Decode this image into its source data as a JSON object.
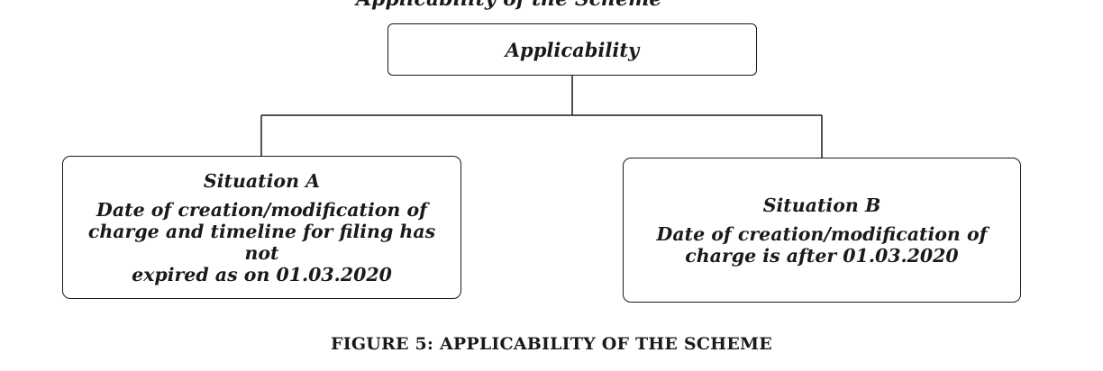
{
  "diagram": {
    "clipped_heading": "Applicability of the Scheme",
    "root": {
      "label": "Applicability"
    },
    "situation_a": {
      "title": "Situation A",
      "description": "Date of creation/modification of\ncharge and timeline for filing has not\nexpired as on 01.03.2020"
    },
    "situation_b": {
      "title": "Situation B",
      "description": "Date of creation/modification of\ncharge is after 01.03.2020"
    },
    "caption": "FIGURE 5: APPLICABILITY OF THE SCHEME"
  }
}
